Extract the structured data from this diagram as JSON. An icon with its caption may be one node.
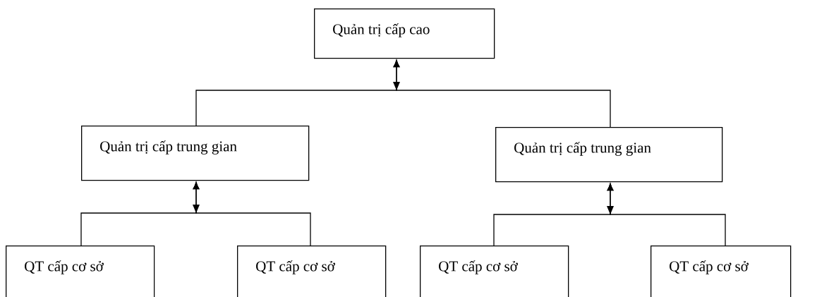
{
  "diagram": {
    "nodes": [
      {
        "text": [
          "Quản trị cấp cao"
        ]
      },
      {
        "text": [
          "Quản trị cấp trung gian"
        ]
      },
      {
        "text": [
          "Quản trị cấp trung gian"
        ]
      },
      {
        "text": [
          "QT cấp cơ sở"
        ]
      },
      {
        "text": [
          "QT cấp cơ sở"
        ]
      },
      {
        "text": [
          "QT cấp cơ sở"
        ]
      },
      {
        "text": [
          "QT cấp cơ sở"
        ]
      }
    ],
    "edges": [
      {
        "from": 1,
        "to": 0,
        "arrow": "to"
      },
      {
        "from": 2,
        "to": 0,
        "arrow": "to"
      },
      {
        "from": 3,
        "to": 1,
        "arrow": "to"
      },
      {
        "from": 4,
        "to": 1,
        "arrow": "to"
      },
      {
        "from": 5,
        "to": 2,
        "arrow": "to"
      },
      {
        "from": 6,
        "to": 2,
        "arrow": "to"
      }
    ]
  }
}
